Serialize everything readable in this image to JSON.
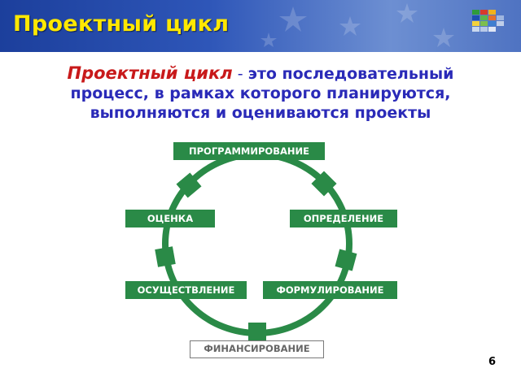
{
  "header": {
    "title": "Проектный цикл"
  },
  "definition": {
    "term": "Проектный цикл",
    "dash": " - ",
    "line1_rest": "это последовательный",
    "line2": "процесс, в рамках которого планируются,",
    "line3": "выполняются и оцениваются проекты"
  },
  "diagram": {
    "stages": [
      {
        "id": "programming",
        "label": "ПРОГРАММИРОВАНИЕ",
        "style": "filled"
      },
      {
        "id": "identification",
        "label": "ОПРЕДЕЛЕНИЕ",
        "style": "filled"
      },
      {
        "id": "formulation",
        "label": "ФОРМУЛИРОВАНИЕ",
        "style": "filled"
      },
      {
        "id": "financing",
        "label": "ФИНАНСИРОВАНИЕ",
        "style": "outlined"
      },
      {
        "id": "implementation",
        "label": "ОСУЩЕСТВЛЕНИЕ",
        "style": "filled"
      },
      {
        "id": "evaluation",
        "label": "ОЦЕНКА",
        "style": "filled"
      }
    ],
    "colors": {
      "cycle": "#2a8a47",
      "stage_fill": "#2a8a47",
      "outlined_border": "#7a7a7a",
      "outlined_text": "#666666"
    }
  },
  "page_number": "6"
}
